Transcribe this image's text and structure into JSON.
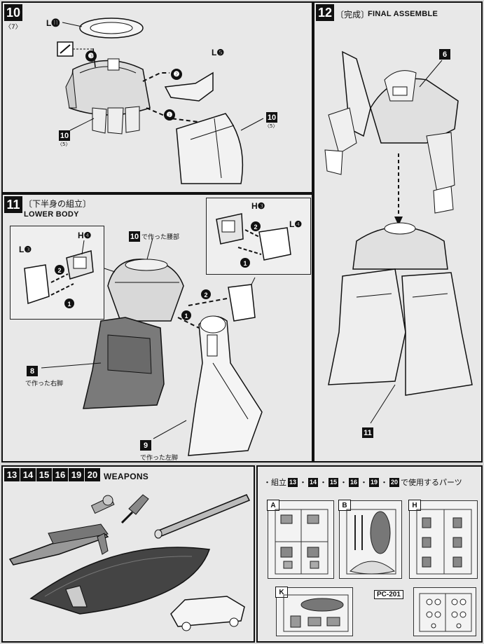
{
  "step10": {
    "number": "10",
    "page_ref": "〈7〉",
    "labels": {
      "top_part": "L⓫",
      "side_part": "L❺",
      "sub_ref_a": "10",
      "sub_ref_a_page": "〈5〉",
      "sub_ref_b": "10",
      "sub_ref_b_page": "〈5〉"
    },
    "steps": [
      "❶",
      "❷",
      "❸"
    ]
  },
  "step11": {
    "number": "11",
    "title_jp": "〔下半身の組立〕",
    "title_en": "LOWER BODY",
    "made_label": "10",
    "made_text": "で作った腰部",
    "right_leg_num": "8",
    "right_leg_text": "で作った右脚",
    "left_leg_num": "9",
    "left_leg_text": "で作った左脚",
    "left_inset": {
      "h_label": "H❹",
      "l_label": "L❸"
    },
    "right_inset": {
      "h_label": "H❸",
      "l_label": "L❹"
    }
  },
  "step12": {
    "number": "12",
    "title_jp": "〔完成〕",
    "title_en": "FINAL ASSEMBLE",
    "upper_num": "6",
    "lower_num": "11"
  },
  "weapons": {
    "numbers": [
      "13",
      "14",
      "15",
      "16",
      "19",
      "20"
    ],
    "title_en": "WEAPONS"
  },
  "parts": {
    "heading_prefix": "・組立",
    "heading_nums": [
      "13",
      "14",
      "15",
      "16",
      "19",
      "20"
    ],
    "heading_suffix": "で使用するパーツ",
    "runners": [
      "A",
      "B",
      "H",
      "K"
    ],
    "pc_label": "PC-201"
  }
}
